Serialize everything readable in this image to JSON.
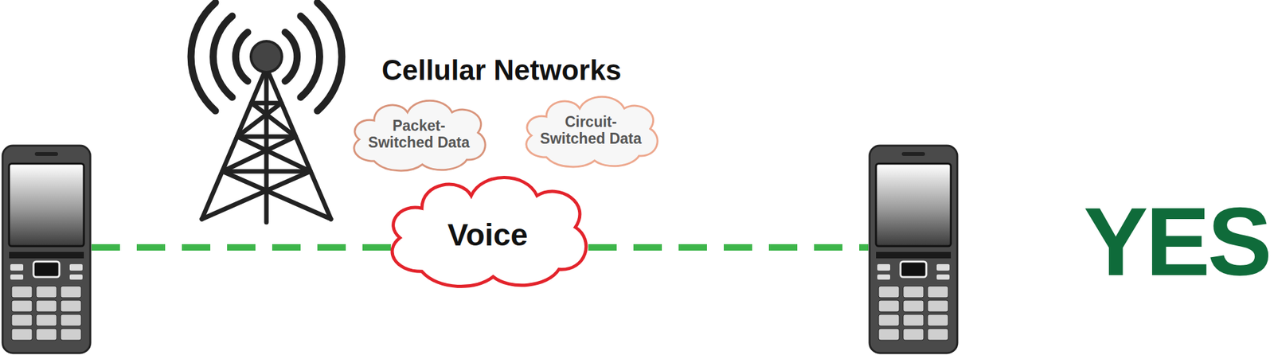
{
  "diagram": {
    "nodes": [
      {
        "text": [
          "Cellular Networks"
        ]
      },
      {
        "text": [
          "Packet- Switched Data"
        ],
        "in": 0
      },
      {
        "text": [
          "Circuit- Switched Data"
        ],
        "in": 0
      },
      {
        "text": [
          "Voice"
        ],
        "in": 0
      }
    ],
    "labels": [
      "YES"
    ]
  }
}
